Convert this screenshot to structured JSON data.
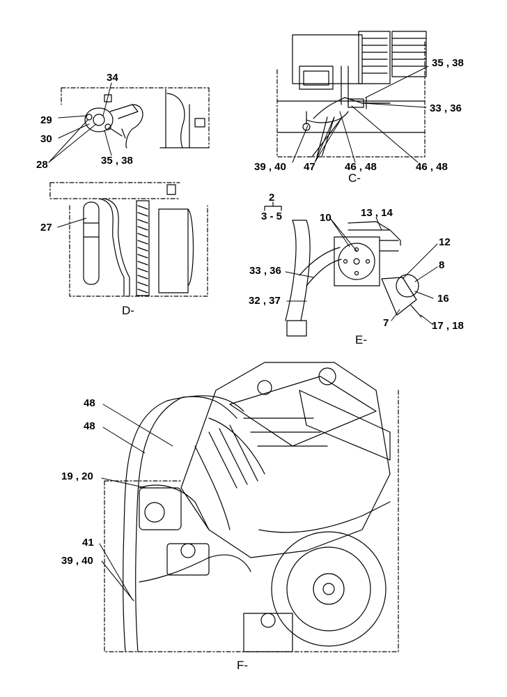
{
  "views": [
    {
      "id": "C",
      "caption": "C-"
    },
    {
      "id": "D",
      "caption": "D-"
    },
    {
      "id": "E",
      "caption": "E-"
    },
    {
      "id": "F",
      "caption": "F-"
    }
  ],
  "callouts": {
    "c34": "34",
    "c29": "29",
    "c30": "30",
    "c28": "28",
    "c35_38_left": "35 , 38",
    "c35_38_right": "35 , 38",
    "c33_36_right": "33 , 36",
    "c39_40_top": "39 , 40",
    "c47": "47",
    "c46_48_a": "46 , 48",
    "c46_48_b": "46 , 48",
    "c27": "27",
    "c2": "2",
    "c3_5": "3 - 5",
    "c10": "10",
    "c13_14": "13 , 14",
    "c12": "12",
    "c8": "8",
    "c33_36_mid": "33 , 36",
    "c16": "16",
    "c32_37": "32 , 37",
    "c7": "7",
    "c17_18": "17 , 18",
    "c48_a": "48",
    "c48_b": "48",
    "c19_20": "19 , 20",
    "c41": "41",
    "c39_40_bottom": "39 , 40"
  },
  "colors": {
    "ink": "#000000",
    "paper": "#ffffff",
    "shade": "#d9d9d9"
  }
}
